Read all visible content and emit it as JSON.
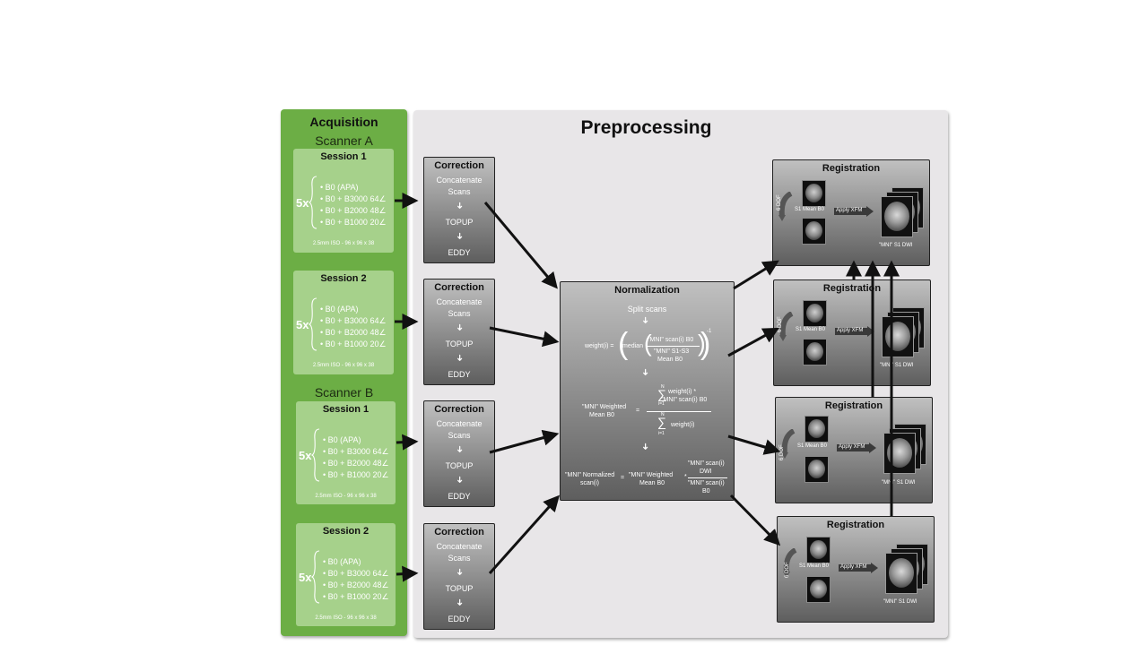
{
  "acquisition": {
    "title": "Acquisition",
    "scanners": [
      {
        "name": "Scanner A",
        "sessions": [
          {
            "title": "Session 1",
            "multiplier": "5x",
            "sequences": [
              "• B0 (APA)",
              "• B0 + B3000 64∠",
              "• B0 + B2000 48∠",
              "• B0 + B1000 20∠"
            ],
            "resolution": "2.5mm ISO - 96 x 96 x 38"
          },
          {
            "title": "Session 2",
            "multiplier": "5x",
            "sequences": [
              "• B0 (APA)",
              "• B0 + B3000 64∠",
              "• B0 + B2000 48∠",
              "• B0 + B1000 20∠"
            ],
            "resolution": "2.5mm ISO - 96 x 96 x 38"
          }
        ]
      },
      {
        "name": "Scanner B",
        "sessions": [
          {
            "title": "Session 1",
            "multiplier": "5x",
            "sequences": [
              "• B0 (APA)",
              "• B0 + B3000 64∠",
              "• B0 + B2000 48∠",
              "• B0 + B1000 20∠"
            ],
            "resolution": "2.5mm ISO - 96 x 96 x 38"
          },
          {
            "title": "Session 2",
            "multiplier": "5x",
            "sequences": [
              "• B0 (APA)",
              "• B0 + B3000 64∠",
              "• B0 + B2000 48∠",
              "• B0 + B1000 20∠"
            ],
            "resolution": "2.5mm ISO - 96 x 96 x 38"
          }
        ]
      }
    ]
  },
  "preprocessing": {
    "title": "Preprocessing",
    "correction": {
      "title": "Correction",
      "step1_line1": "Concatenate",
      "step1_line2": "Scans",
      "step2": "TOPUP",
      "step3": "EDDY",
      "arrow": "➜"
    },
    "normalization": {
      "title": "Normalization",
      "split": "Split scans",
      "weight_lhs": "weight(i) =",
      "median": "median",
      "num1": "\"MNI\" scan(i)  B0",
      "den1a": "\"MNI\" S1-S3",
      "den1b": "Mean B0",
      "exp": "-1",
      "wm_lhs1": "\"MNI\" Weighted",
      "wm_lhs2": "Mean B0",
      "equals": "=",
      "sum_num1": "weight(i) *",
      "sum_num2": "\"MNI\" scan(i)  B0",
      "sum_den": "weight(i)",
      "sigma": "∑",
      "n": "N",
      "i1": "i=1",
      "norm_lhs1": "\"MNI\" Normalized",
      "norm_lhs2": "scan(i)",
      "norm_mid1": "\"MNI\" Weighted",
      "norm_mid2": "Mean B0",
      "norm_times": "*",
      "frac_num1": "\"MNI\" scan(i)",
      "frac_num2": "DWI",
      "frac_den1": "\"MNI\" scan(i)",
      "frac_den2": "B0",
      "down_arrow": "➜"
    },
    "registration": {
      "title": "Registration",
      "dof": "6 DOF",
      "mean_label": "S1 Mean B0",
      "apply": "Apply XFM",
      "output": "\"MNI\" S1 DWI"
    }
  },
  "colors": {
    "acquisition_green": "#6cae45",
    "session_green": "#a6d18b",
    "panel_gray": "#e8e6e8",
    "box_dark": "#5e5e5e"
  }
}
